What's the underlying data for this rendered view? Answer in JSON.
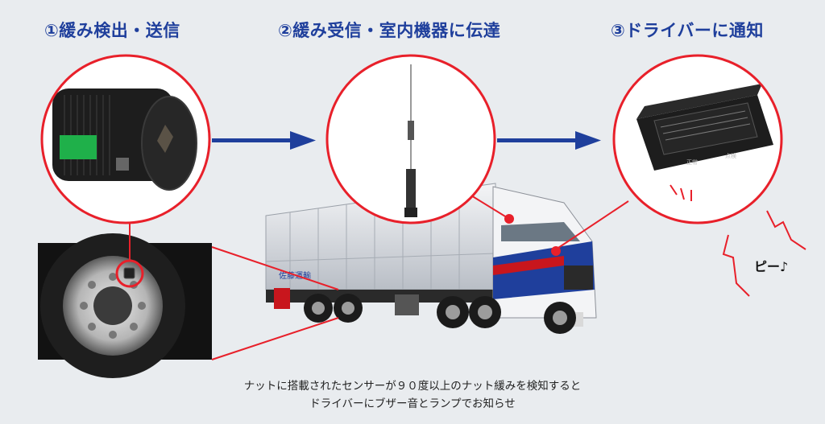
{
  "steps": [
    {
      "label": "①緩み検出・送信"
    },
    {
      "label": "②緩み受信・室内機器に伝達"
    },
    {
      "label": "③ドライバーに通知"
    }
  ],
  "device_text": {
    "status_left": "正常",
    "status_right": "点検"
  },
  "truck_text": {
    "company": "佐藤運輸"
  },
  "sound_text": "ピー♪",
  "caption": {
    "line1": "ナットに搭載されたセンサーが９０度以上のナット緩みを検知すると",
    "line2": "ドライバーにブザー音とランプでお知らせ"
  },
  "colors": {
    "accent_red": "#e8202a",
    "arrow_blue": "#1f3f9c",
    "title_blue": "#1f3f9c"
  }
}
